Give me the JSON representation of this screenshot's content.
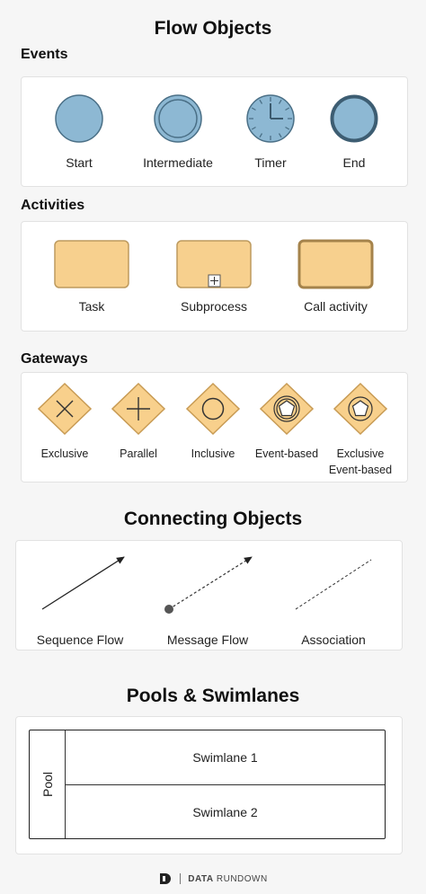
{
  "titles": {
    "flow_objects": "Flow Objects",
    "connecting_objects": "Connecting Objects",
    "pools_swimlanes": "Pools & Swimlanes"
  },
  "sections": {
    "events": "Events",
    "activities": "Activities",
    "gateways": "Gateways"
  },
  "events": [
    "Start",
    "Intermediate",
    "Timer",
    "End"
  ],
  "activities": [
    "Task",
    "Subprocess",
    "Call activity"
  ],
  "gateways": {
    "exclusive": "Exclusive",
    "parallel": "Parallel",
    "inclusive": "Inclusive",
    "event_based": "Event-based",
    "exclusive_event_based_line1": "Exclusive",
    "exclusive_event_based_line2": "Event-based"
  },
  "connectors": [
    "Sequence Flow",
    "Message Flow",
    "Association"
  ],
  "pool": {
    "label": "Pool",
    "lanes": [
      "Swimlane 1",
      "Swimlane 2"
    ]
  },
  "brand": {
    "name_bold": "DATA",
    "name_rest": " RUNDOWN"
  },
  "colors": {
    "event_fill": "#8db8d3",
    "event_stroke": "#4a6f86",
    "activity_fill": "#f7d08e",
    "activity_stroke": "#bd9a5e",
    "gateway_fill": "#f8d08c",
    "gateway_stroke": "#c89b54"
  }
}
